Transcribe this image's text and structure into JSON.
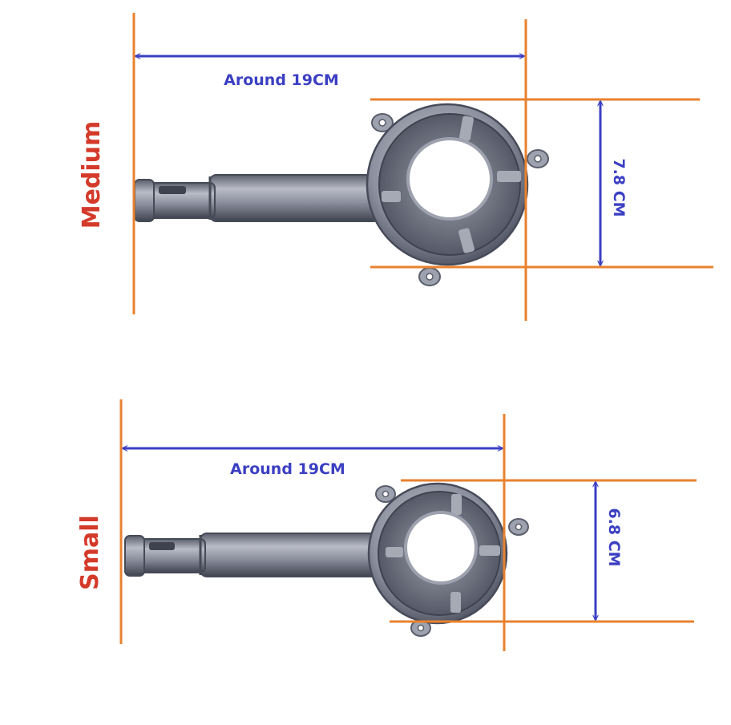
{
  "colors": {
    "background": "#ffffff",
    "guide_line": "#e8822f",
    "dimension_arrow": "#3b3fc2",
    "size_label": "#d43a2a",
    "metal_light": "#b9bcc6",
    "metal_mid": "#868a98",
    "metal_dark": "#4a4e5c"
  },
  "burners": [
    {
      "size_label": "Medium",
      "length_label": "Around 19CM",
      "diameter_label": "7.8 CM"
    },
    {
      "size_label": "Small",
      "length_label": "Around 19CM",
      "diameter_label": "6.8 CM"
    }
  ]
}
